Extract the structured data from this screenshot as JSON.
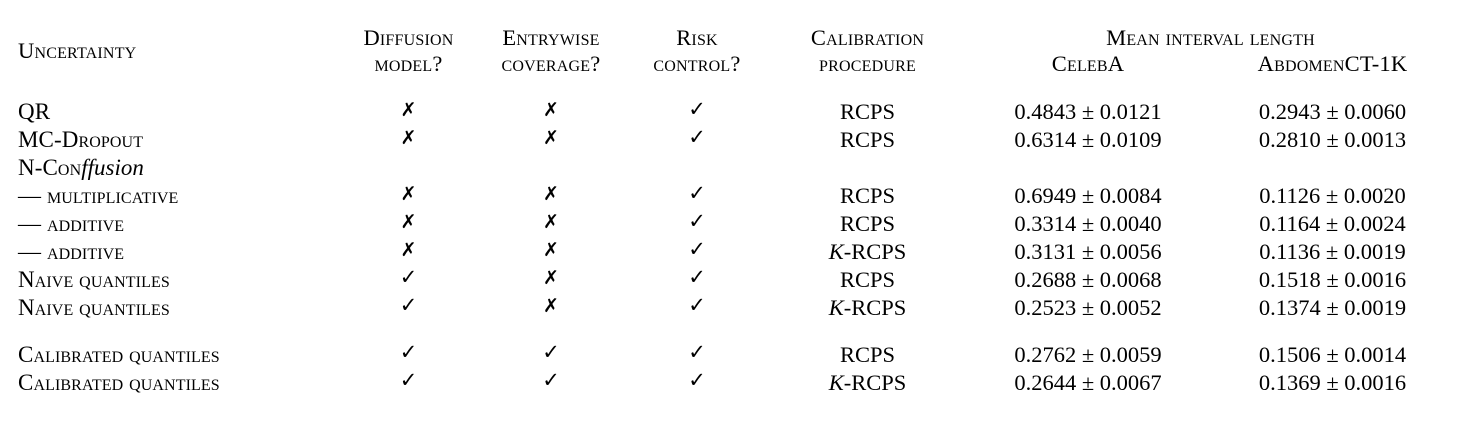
{
  "table": {
    "columns": [
      {
        "key": "uncertainty",
        "header": "Uncertainty",
        "align": "left"
      },
      {
        "key": "diffusion_model",
        "header_line1": "Diffusion",
        "header_line2": "model?"
      },
      {
        "key": "entrywise_coverage",
        "header_line1": "Entrywise",
        "header_line2": "coverage?"
      },
      {
        "key": "risk_control",
        "header_line1": "Risk",
        "header_line2": "control?"
      },
      {
        "key": "calibration_procedure",
        "header_line1": "Calibration",
        "header_line2": "procedure"
      }
    ],
    "group_header": {
      "label": "Mean interval length",
      "sub_headers": [
        "CelebA",
        "AbdomenCT-1K"
      ]
    },
    "marks": {
      "yes": "✓",
      "no": "✗"
    },
    "sections": [
      {
        "rows": [
          {
            "label": "QR",
            "label_style": "smallcaps",
            "diffusion_model": "no",
            "entrywise_coverage": "no",
            "risk_control": "yes",
            "calibration_procedure": "RCPS",
            "calibration_italic_prefix": "",
            "celeba": "0.4843 ± 0.0121",
            "abdomenct": "0.2943 ± 0.0060"
          },
          {
            "label": "MC-Dropout",
            "label_style": "smallcaps",
            "diffusion_model": "no",
            "entrywise_coverage": "no",
            "risk_control": "yes",
            "calibration_procedure": "RCPS",
            "calibration_italic_prefix": "",
            "celeba": "0.6314 ± 0.0109",
            "abdomenct": "0.2810 ± 0.0013"
          },
          {
            "label": "N-Con",
            "label_italic_suffix": "ffusion",
            "label_style": "smallcaps-group",
            "is_group_label": true
          },
          {
            "label": "— multiplicative",
            "label_style": "smallcaps",
            "diffusion_model": "no",
            "entrywise_coverage": "no",
            "risk_control": "yes",
            "calibration_procedure": "RCPS",
            "calibration_italic_prefix": "",
            "celeba": "0.6949 ± 0.0084",
            "abdomenct": "0.1126 ± 0.0020"
          },
          {
            "label": "— additive",
            "label_style": "smallcaps",
            "diffusion_model": "no",
            "entrywise_coverage": "no",
            "risk_control": "yes",
            "calibration_procedure": "RCPS",
            "calibration_italic_prefix": "",
            "celeba": "0.3314 ± 0.0040",
            "abdomenct": "0.1164 ± 0.0024"
          },
          {
            "label": "— additive",
            "label_style": "smallcaps",
            "diffusion_model": "no",
            "entrywise_coverage": "no",
            "risk_control": "yes",
            "calibration_procedure": "-RCPS",
            "calibration_italic_prefix": "K",
            "celeba": "0.3131 ± 0.0056",
            "abdomenct": "0.1136 ± 0.0019"
          },
          {
            "label": "Naive quantiles",
            "label_style": "smallcaps",
            "diffusion_model": "yes",
            "entrywise_coverage": "no",
            "risk_control": "yes",
            "calibration_procedure": "RCPS",
            "calibration_italic_prefix": "",
            "celeba": "0.2688 ± 0.0068",
            "abdomenct": "0.1518 ± 0.0016"
          },
          {
            "label": "Naive quantiles",
            "label_style": "smallcaps",
            "diffusion_model": "yes",
            "entrywise_coverage": "no",
            "risk_control": "yes",
            "calibration_procedure": "-RCPS",
            "calibration_italic_prefix": "K",
            "celeba": "0.2523 ± 0.0052",
            "abdomenct": "0.1374 ± 0.0019"
          }
        ]
      },
      {
        "rows": [
          {
            "label": "Calibrated quantiles",
            "label_style": "smallcaps",
            "diffusion_model": "yes",
            "entrywise_coverage": "yes",
            "risk_control": "yes",
            "calibration_procedure": "RCPS",
            "calibration_italic_prefix": "",
            "celeba": "0.2762 ± 0.0059",
            "abdomenct": "0.1506 ± 0.0014"
          },
          {
            "label": "Calibrated quantiles",
            "label_style": "smallcaps",
            "diffusion_model": "yes",
            "entrywise_coverage": "yes",
            "risk_control": "yes",
            "calibration_procedure": "-RCPS",
            "calibration_italic_prefix": "K",
            "celeba": "0.2644 ± 0.0067",
            "abdomenct": "0.1369 ± 0.0016"
          }
        ]
      }
    ]
  },
  "colors": {
    "text": "#000000",
    "rule": "#2b2b2b",
    "background": "#ffffff"
  }
}
